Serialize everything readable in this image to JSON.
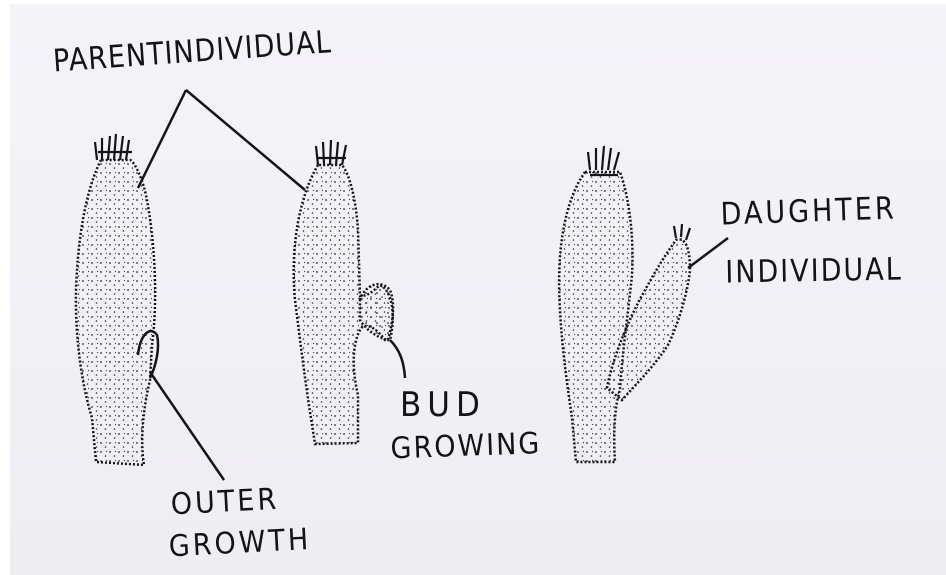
{
  "labels": {
    "parent_individual": "PARENTINDIVIDUAL",
    "outer_growth_line1": "OUTER",
    "outer_growth_line2": "GROWTH",
    "bud_growing_line1": "BUD",
    "bud_growing_line2": "GROWING",
    "daughter_individual_line1": "DAUGHTER",
    "daughter_individual_line2": "INDIVIDUAL"
  },
  "colors": {
    "paper": "#f2f1f6",
    "ink": "#141414"
  }
}
